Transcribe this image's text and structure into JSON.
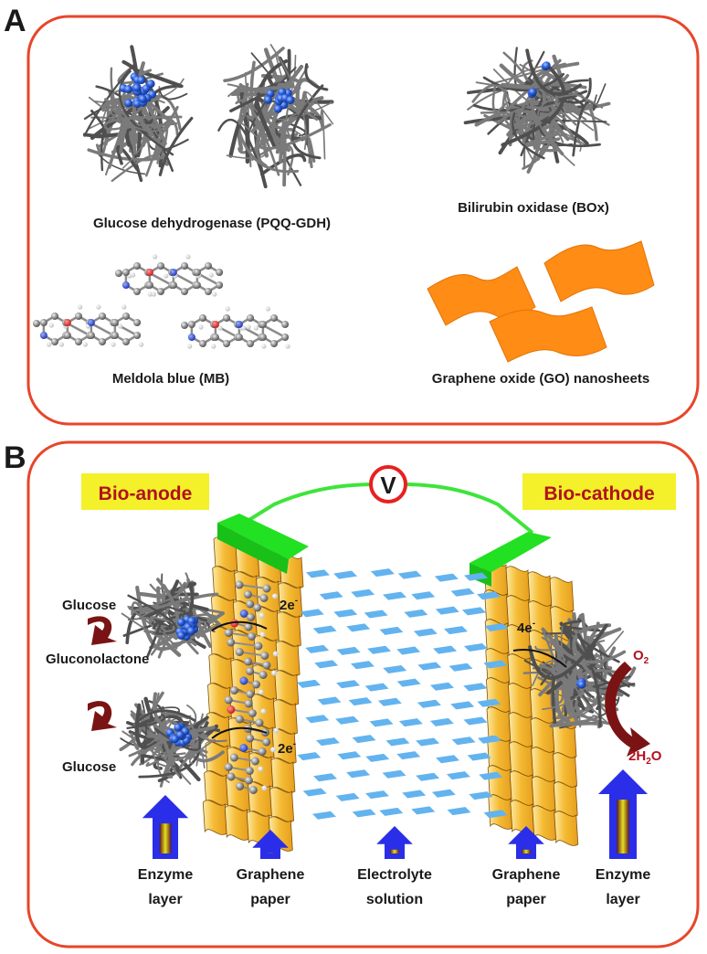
{
  "panel_a": {
    "letter": "A",
    "molecules": {
      "gdh": "Glucose dehydrogenase (PQQ-GDH)",
      "box": "Bilirubin oxidase (BOx)",
      "mb": "Meldola blue (MB)",
      "go": "Graphene oxide (GO) nanosheets"
    }
  },
  "panel_b": {
    "letter": "B",
    "anode_title": "Bio-anode",
    "cathode_title": "Bio-cathode",
    "voltmeter": "V",
    "anode": {
      "glucose_top": "Glucose",
      "gluconolactone": "Gluconolactone",
      "glucose_bottom": "Glucose",
      "electrons_top": "2e",
      "electrons_bottom": "2e",
      "electron_sign": "-"
    },
    "cathode": {
      "electrons": "4e",
      "electron_sign": "-",
      "o2": "O",
      "o2_sub": "2",
      "h2o_prefix": "2H",
      "h2o_sub": "2",
      "h2o_suffix": "O"
    },
    "layers": [
      {
        "line1": "Enzyme",
        "line2": "layer"
      },
      {
        "line1": "Graphene",
        "line2": "paper"
      },
      {
        "line1": "Electrolyte",
        "line2": "solution"
      },
      {
        "line1": "Graphene",
        "line2": "paper"
      },
      {
        "line1": "Enzyme",
        "line2": "layer"
      }
    ]
  },
  "colors": {
    "frame": "#e8452a",
    "title_bg": "#f4f02a",
    "title_text": "#b0121f",
    "wire": "#3ee43a",
    "electrode_top": "#22e022",
    "graphene_paper": "#f5b82a",
    "go_sheet": "#ff8c14",
    "flake": "#63b3ef",
    "arrow_blue": "#2a2ee8",
    "reaction_arrow": "#7a1414",
    "protein": "#7a7a7a",
    "cofactor": "#2c5fe0"
  }
}
